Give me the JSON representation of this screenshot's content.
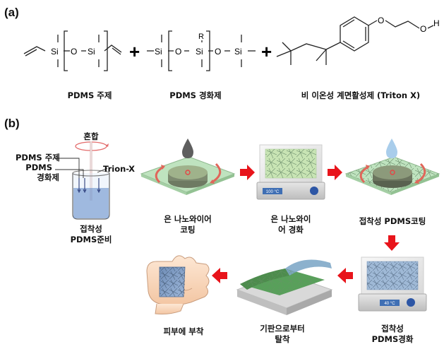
{
  "panels": {
    "a": "(a)",
    "b": "(b)"
  },
  "chem": {
    "atoms": {
      "si": "Si",
      "o": "O",
      "r": "R",
      "h": "H"
    },
    "label_base": "PDMS 주제",
    "label_curing": "PDMS 경화제",
    "label_surfactant": "비 이온성 계면활성제 (Triton X)",
    "plus": "+"
  },
  "beaker": {
    "mix": "혼합",
    "base": "PDMS 주제",
    "pdms": "PDMS",
    "curing": "경화제",
    "triton": "Trion-X",
    "caption": "접착성\nPDMS준비"
  },
  "steps": {
    "coat_nw": "은 나노와이어\n코팅",
    "cure_nw": "은 나노와이\n어 경화",
    "coat_pdms": "접착성 PDMS코팅",
    "cure_pdms": "접착성\nPDMS경화",
    "detach": "기판으로부터\n탈착",
    "attach": "피부에 부착"
  },
  "hotplates": {
    "temp1": "100 °C",
    "temp2": "40 °C"
  },
  "colors": {
    "arrow": "#e8141b",
    "rotation_arrow": "#e0665a",
    "coated_film": "#9fd08a",
    "pdms_drop": "#a9cdeb",
    "nanowire_drop": "#5e5e5e",
    "glass": "#bfe3bf",
    "temp_display": "#3f6fb4",
    "knob": "#2d56a5"
  }
}
